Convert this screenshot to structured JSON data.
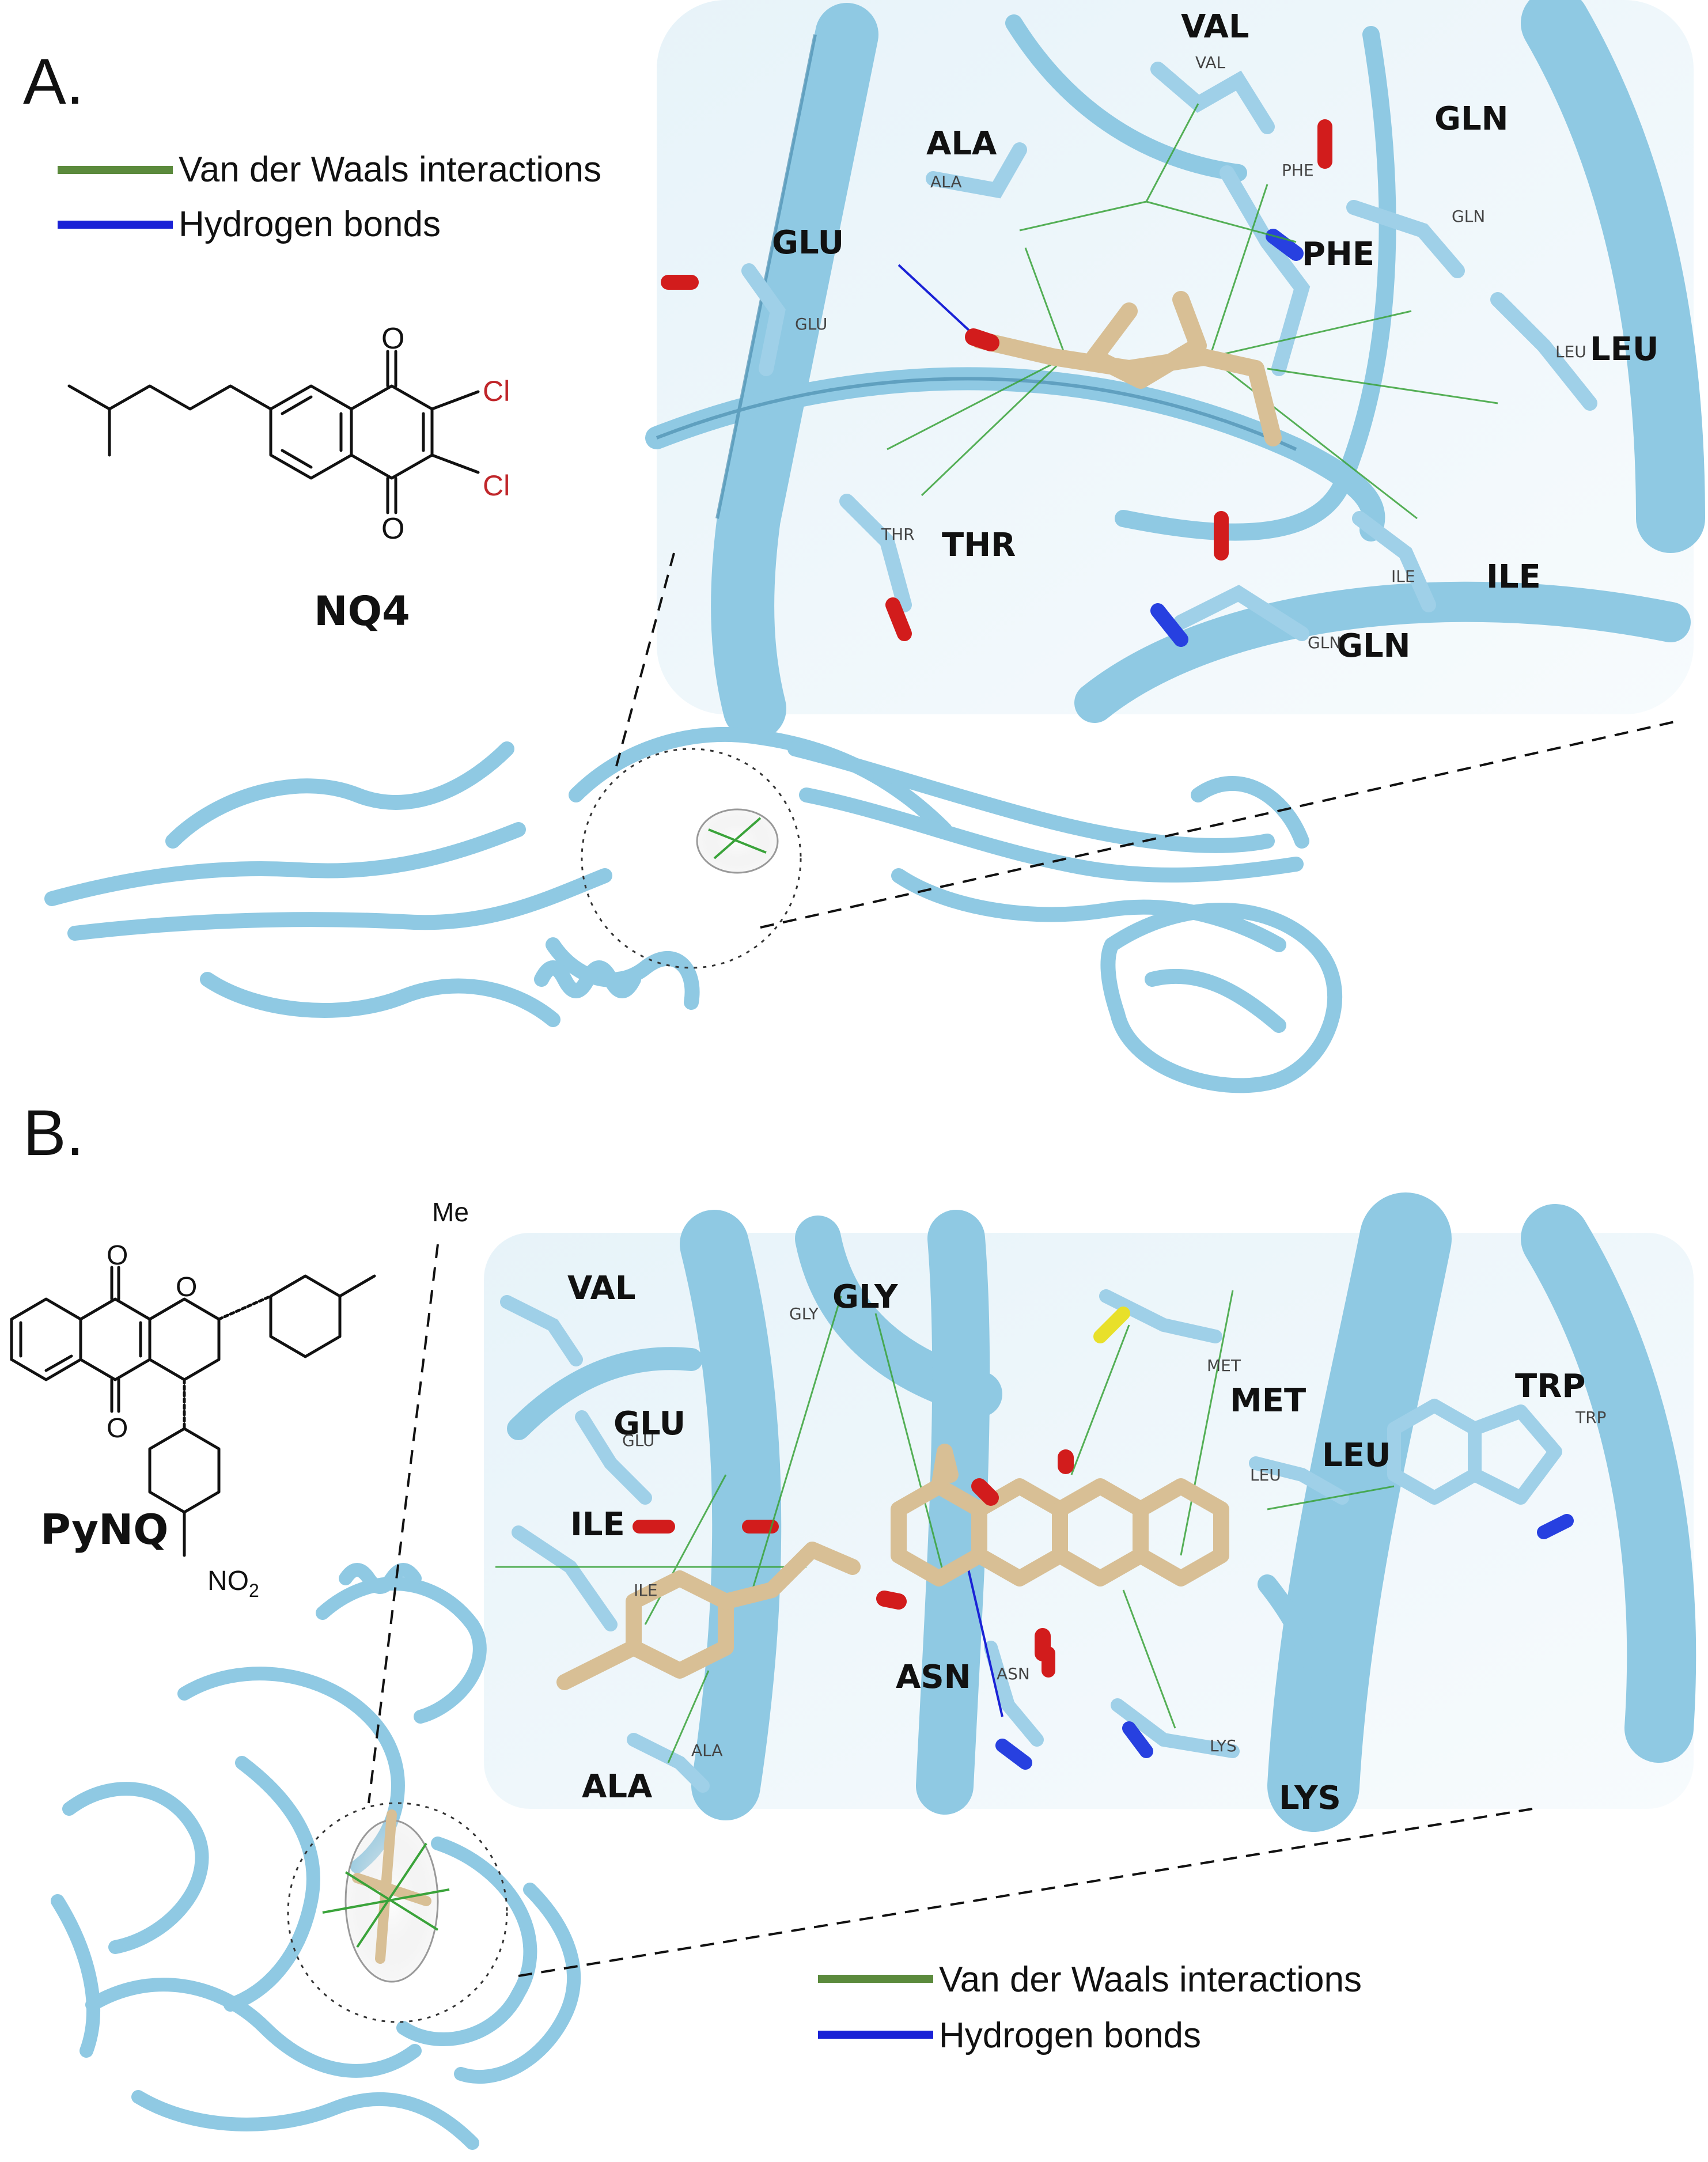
{
  "panels": {
    "a": {
      "letter": "A.",
      "compound": "NQ4",
      "substituents": {
        "cl_top": "Cl",
        "cl_bottom": "Cl"
      },
      "legend": {
        "vdw": "Van der Waals interactions",
        "hbond": "Hydrogen bonds"
      },
      "residues": {
        "val": "VAL",
        "val_small": "VAL",
        "ala": "ALA",
        "ala_small": "ALA",
        "gln1": "GLN",
        "gln1_small": "GLN",
        "glu": "GLU",
        "glu_small": "GLU",
        "phe": "PHE",
        "phe_small": "PHE",
        "leu": "LEU",
        "leu_small": "LEU",
        "thr": "THR",
        "thr_small": "THR",
        "ile": "ILE",
        "ile_small": "ILE",
        "gln2": "GLN",
        "gln2_small": "GLN"
      }
    },
    "b": {
      "letter": "B.",
      "compound": "PyNQ",
      "substituents": {
        "me": "Me",
        "nitro": "NO",
        "nitro_sub": "2"
      },
      "legend": {
        "vdw": "Van der Waals interactions",
        "hbond": "Hydrogen bonds"
      },
      "residues": {
        "val": "VAL",
        "gly": "GLY",
        "gly_small": "GLY",
        "trp": "TRP",
        "trp_small": "TRP",
        "met": "MET",
        "met_small": "MET",
        "glu": "GLU",
        "glu_small": "GLU",
        "leu": "LEU",
        "leu_small": "LEU",
        "ile": "ILE",
        "ile_small": "ILE",
        "asn": "ASN",
        "asn_small": "ASN",
        "ala": "ALA",
        "ala_small": "ALA",
        "lys": "LYS",
        "lys_small": "LYS"
      }
    }
  },
  "colors": {
    "vdw": "#5b8a3c",
    "hbond": "#1a22d6",
    "ribbon": "#8fc9e3",
    "ribbon_edge": "#4c8fb0",
    "ligand": "#d8bf95",
    "oxygen": "#d21c1c",
    "nitrogen": "#2740e0",
    "hydrogen": "#f2f2f2",
    "sulfur": "#e8e02a",
    "chlorine": "#c0262a"
  }
}
